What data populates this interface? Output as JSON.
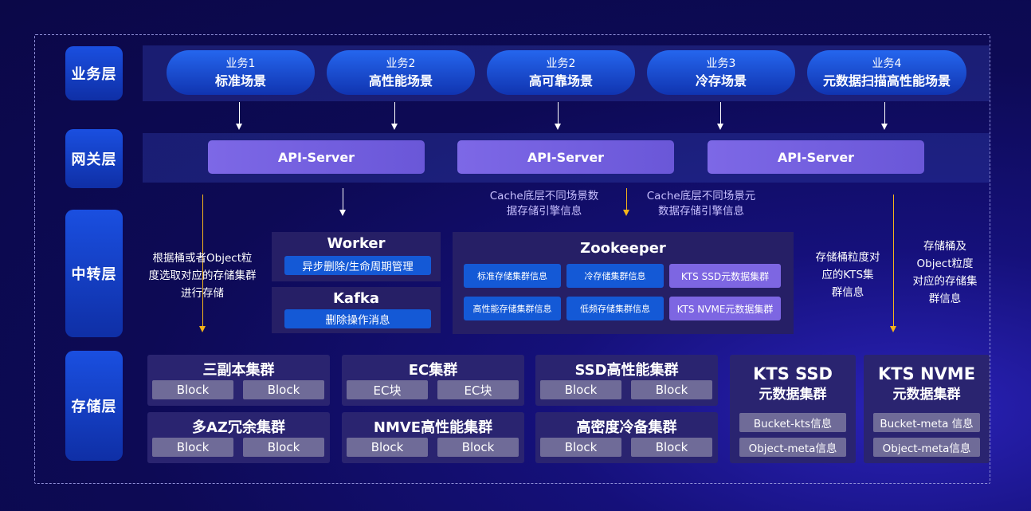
{
  "layers": {
    "business": "业务层",
    "gateway": "网关层",
    "relay": "中转层",
    "storage": "存储层"
  },
  "business_items": [
    {
      "line1": "业务1",
      "line2": "标准场景"
    },
    {
      "line1": "业务2",
      "line2": "高性能场景"
    },
    {
      "line1": "业务2",
      "line2": "高可靠场景"
    },
    {
      "line1": "业务3",
      "line2": "冷存场景"
    },
    {
      "line1": "业务4",
      "line2": "元数据扫描高性能场景"
    }
  ],
  "api_servers": [
    "API-Server",
    "API-Server",
    "API-Server"
  ],
  "notes": {
    "left": [
      "根据桶或者Object粒",
      "度选取对应的存储集群",
      "进行存储"
    ],
    "cache1": [
      "Cache底层不同场景数",
      "据存储引擎信息"
    ],
    "cache2": [
      "Cache底层不同场景元",
      "数据存储引擎信息"
    ],
    "kts_cluster": [
      "存储桶粒度对",
      "应的KTS集",
      "群信息"
    ],
    "bucket_object": [
      "存储桶及",
      "Object粒度",
      "对应的存储集",
      "群信息"
    ]
  },
  "worker": {
    "title": "Worker",
    "item": "异步删除/生命周期管理"
  },
  "kafka": {
    "title": "Kafka",
    "item": "删除操作消息"
  },
  "zookeeper": {
    "title": "Zookeeper",
    "items": [
      "标准存储集群信息",
      "冷存储集群信息",
      "KTS SSD元数据集群",
      "高性能存储集群信息",
      "低频存储集群信息",
      "KTS NVME元数据集群"
    ]
  },
  "storage_clusters": [
    {
      "title": "三副本集群",
      "blocks": [
        "Block",
        "Block"
      ]
    },
    {
      "title": "EC集群",
      "blocks": [
        "EC块",
        "EC块"
      ]
    },
    {
      "title": "SSD高性能集群",
      "blocks": [
        "Block",
        "Block"
      ]
    },
    {
      "title": "多AZ冗余集群",
      "blocks": [
        "Block",
        "Block"
      ]
    },
    {
      "title": "NMVE高性能集群",
      "blocks": [
        "Block",
        "Block"
      ]
    },
    {
      "title": "高密度冷备集群",
      "blocks": [
        "Block",
        "Block"
      ]
    }
  ],
  "kts_clusters": [
    {
      "title1": "KTS SSD",
      "title2": "元数据集群",
      "items": [
        "Bucket-kts信息",
        "Object-meta信息"
      ]
    },
    {
      "title1": "KTS NVME",
      "title2": "元数据集群",
      "items": [
        "Bucket-meta 信息",
        "Object-meta信息"
      ]
    }
  ],
  "colors": {
    "background": "#0d0a55",
    "layer_label": "#1a4fe0",
    "business_pill": "#2566ee",
    "api_server": "#7d68e6",
    "blue_button": "#1459d6",
    "purple_item": "#7d66e2",
    "block": "#6f6b98",
    "arrow_yellow": "#f5b51a"
  }
}
